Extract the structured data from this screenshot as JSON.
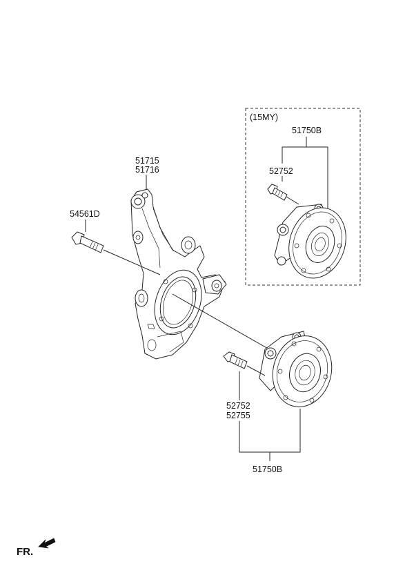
{
  "variant_box": {
    "title": "(15MY)",
    "assembly_label": "51750B",
    "bolt_label": "52752"
  },
  "knuckle": {
    "label_line1": "51715",
    "label_line2": "51716"
  },
  "knuckle_bolt": {
    "label": "54561D"
  },
  "hub_assembly": {
    "bolt_label_line1": "52752",
    "bolt_label_line2": "52755",
    "assembly_label": "51750B"
  },
  "orientation": {
    "label": "FR."
  }
}
